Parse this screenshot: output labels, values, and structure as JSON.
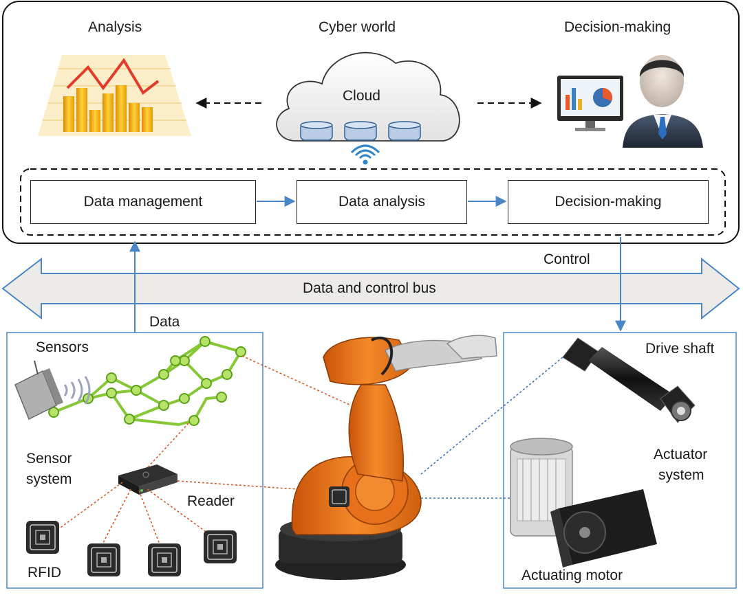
{
  "cyber": {
    "analysis_title": "Analysis",
    "cyber_world_title": "Cyber world",
    "decision_title": "Decision-making",
    "cloud_label": "Cloud"
  },
  "pipeline": {
    "data_management": "Data management",
    "data_analysis": "Data analysis",
    "decision_making": "Decision-making"
  },
  "bus": {
    "label": "Data and control bus",
    "control_label": "Control",
    "data_label": "Data"
  },
  "physical": {
    "sensors": "Sensors",
    "sensor_system_line1": "Sensor",
    "sensor_system_line2": "system",
    "reader": "Reader",
    "rfid": "RFID",
    "drive_shaft": "Drive shaft",
    "actuator_system_line1": "Actuator",
    "actuator_system_line2": "system",
    "actuating_motor": "Actuating motor"
  },
  "colors": {
    "arrow_blue": "#4a86c6",
    "bus_fill": "#ecebe8",
    "robot_orange": "#f07a1c",
    "link_red": "#d45a2a",
    "link_blue": "#3f72b8",
    "sensor_green": "#8fce3a"
  }
}
